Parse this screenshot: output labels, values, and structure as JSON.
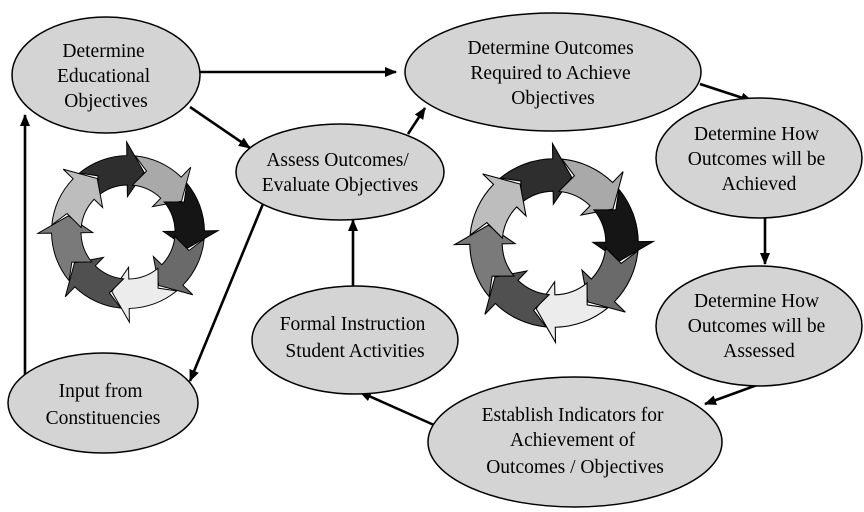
{
  "nodes": {
    "determine_objectives": [
      "Determine",
      "Educational",
      "Objectives"
    ],
    "determine_outcomes": [
      "Determine Outcomes",
      "Required to Achieve",
      "Objectives"
    ],
    "how_achieved": [
      "Determine How",
      "Outcomes will be",
      "Achieved"
    ],
    "how_assessed": [
      "Determine How",
      "Outcomes will be",
      "Assessed"
    ],
    "establish_indicators": [
      "Establish Indicators for",
      "Achievement of",
      "Outcomes / Objectives"
    ],
    "formal_instruction": [
      "Formal Instruction",
      "Student Activities"
    ],
    "assess_outcomes": [
      "Assess Outcomes/",
      "Evaluate Objectives"
    ],
    "input_constituencies": [
      "Input from",
      "Constituencies"
    ]
  },
  "colors": {
    "node_fill": "#d4d4d4",
    "stroke": "#000000",
    "cycle_shades": [
      "#2e2e2e",
      "#a9a9a9",
      "#151515",
      "#6a6a6a",
      "#ececec",
      "#505050",
      "#7a7a7a",
      "#bdbdbd"
    ]
  }
}
